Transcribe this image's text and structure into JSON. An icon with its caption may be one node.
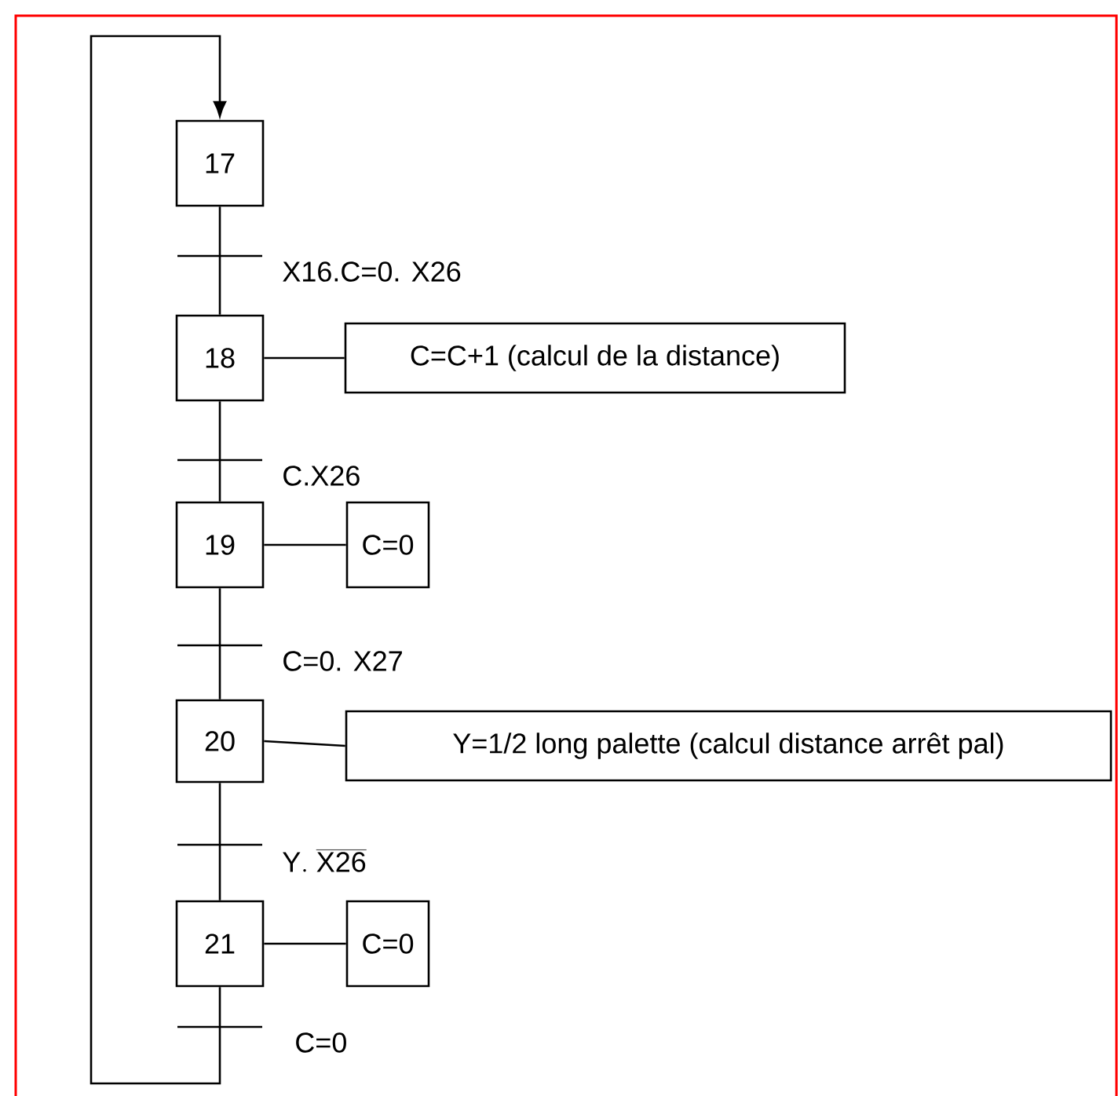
{
  "diagram": {
    "nodes": [
      {
        "text": [
          "17"
        ]
      },
      {
        "text": [
          "18"
        ]
      },
      {
        "text": [
          "C=C+1 (calcul de la distance)"
        ]
      },
      {
        "text": [
          "19"
        ]
      },
      {
        "text": [
          "C=0"
        ]
      },
      {
        "text": [
          "20"
        ]
      },
      {
        "text": [
          "Y=1/2 long palette (calcul distance arrêt pal)"
        ]
      },
      {
        "text": [
          "21"
        ]
      },
      {
        "text": [
          "C=0"
        ]
      }
    ],
    "edges": [
      {
        "from": 0,
        "to": 1,
        "arrow": "none",
        "label": "X16.C=0. X26"
      },
      {
        "from": 1,
        "to": 2,
        "arrow": "none"
      },
      {
        "from": 1,
        "to": 3,
        "arrow": "none",
        "label": "C.X26"
      },
      {
        "from": 3,
        "to": 4,
        "arrow": "none"
      },
      {
        "from": 3,
        "to": 5,
        "arrow": "none",
        "label": "C=0. X27"
      },
      {
        "from": 5,
        "to": 6,
        "arrow": "none"
      },
      {
        "from": 5,
        "to": 7,
        "arrow": "none",
        "label": "\\mathrm{Y.\\ \\overline{X26}}"
      },
      {
        "from": 7,
        "to": 8,
        "arrow": "none"
      },
      {
        "from": 7,
        "to": 0,
        "arrow": "to",
        "label": "C=0"
      }
    ]
  }
}
